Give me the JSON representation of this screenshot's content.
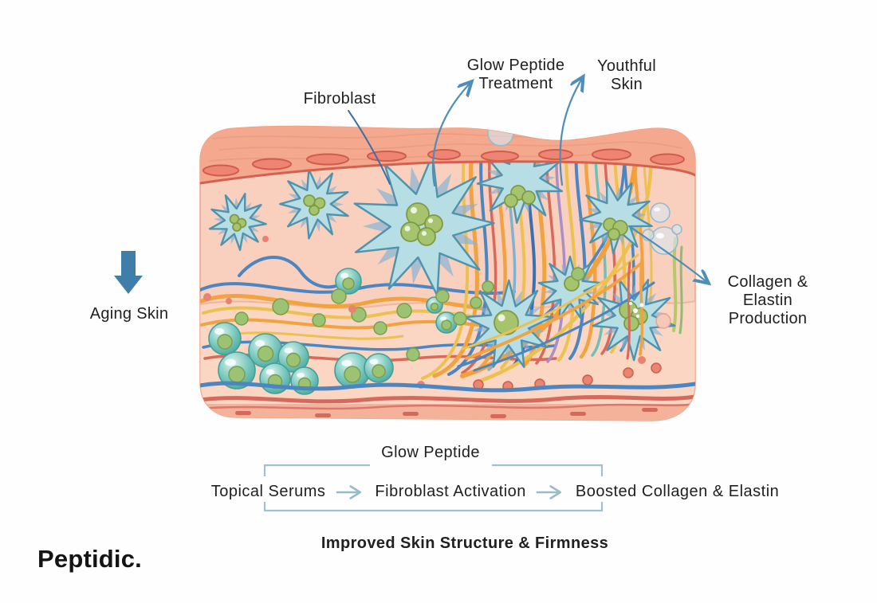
{
  "annotations": {
    "fibroblast": "Fibroblast",
    "treatment_line1": "Glow Peptide",
    "treatment_line2": "Treatment",
    "youthful_line1": "Youthful",
    "youthful_line2": "Skin",
    "aging": "Aging Skin",
    "collagen_line1": "Collagen &",
    "collagen_line2": "Elastin",
    "collagen_line3": "Production"
  },
  "process": {
    "title": "Glow Peptide",
    "step1": "Topical Serums",
    "step2": "Fibroblast Activation",
    "step3": "Boosted Collagen & Elastin",
    "result": "Improved Skin Structure & Firmness"
  },
  "brand": {
    "logo_text": "Peptidic."
  },
  "theme": {
    "colors": {
      "text": "#212121",
      "annotation-arrow": "#4d8fb8",
      "aging-arrow": "#3f7ea9",
      "bracket": "#9fc3cd",
      "flow-arrow": "#97bcc8",
      "brand": "#141414",
      "epidermis": "#f4a88e",
      "dermis": "#f9d0bd",
      "cell-band-line": "#d4604f",
      "fibroblast-fill": "#b7dee5",
      "fibroblast-outline": "#4f93ad",
      "nucleus-green": "#a6c36d",
      "cell-teal": "#5fb9b0",
      "fiber-orange": "#f1a342",
      "fiber-yellow": "#ecc14f",
      "fiber-blue": "#4b86c2",
      "fiber-red": "#d9695a"
    }
  }
}
